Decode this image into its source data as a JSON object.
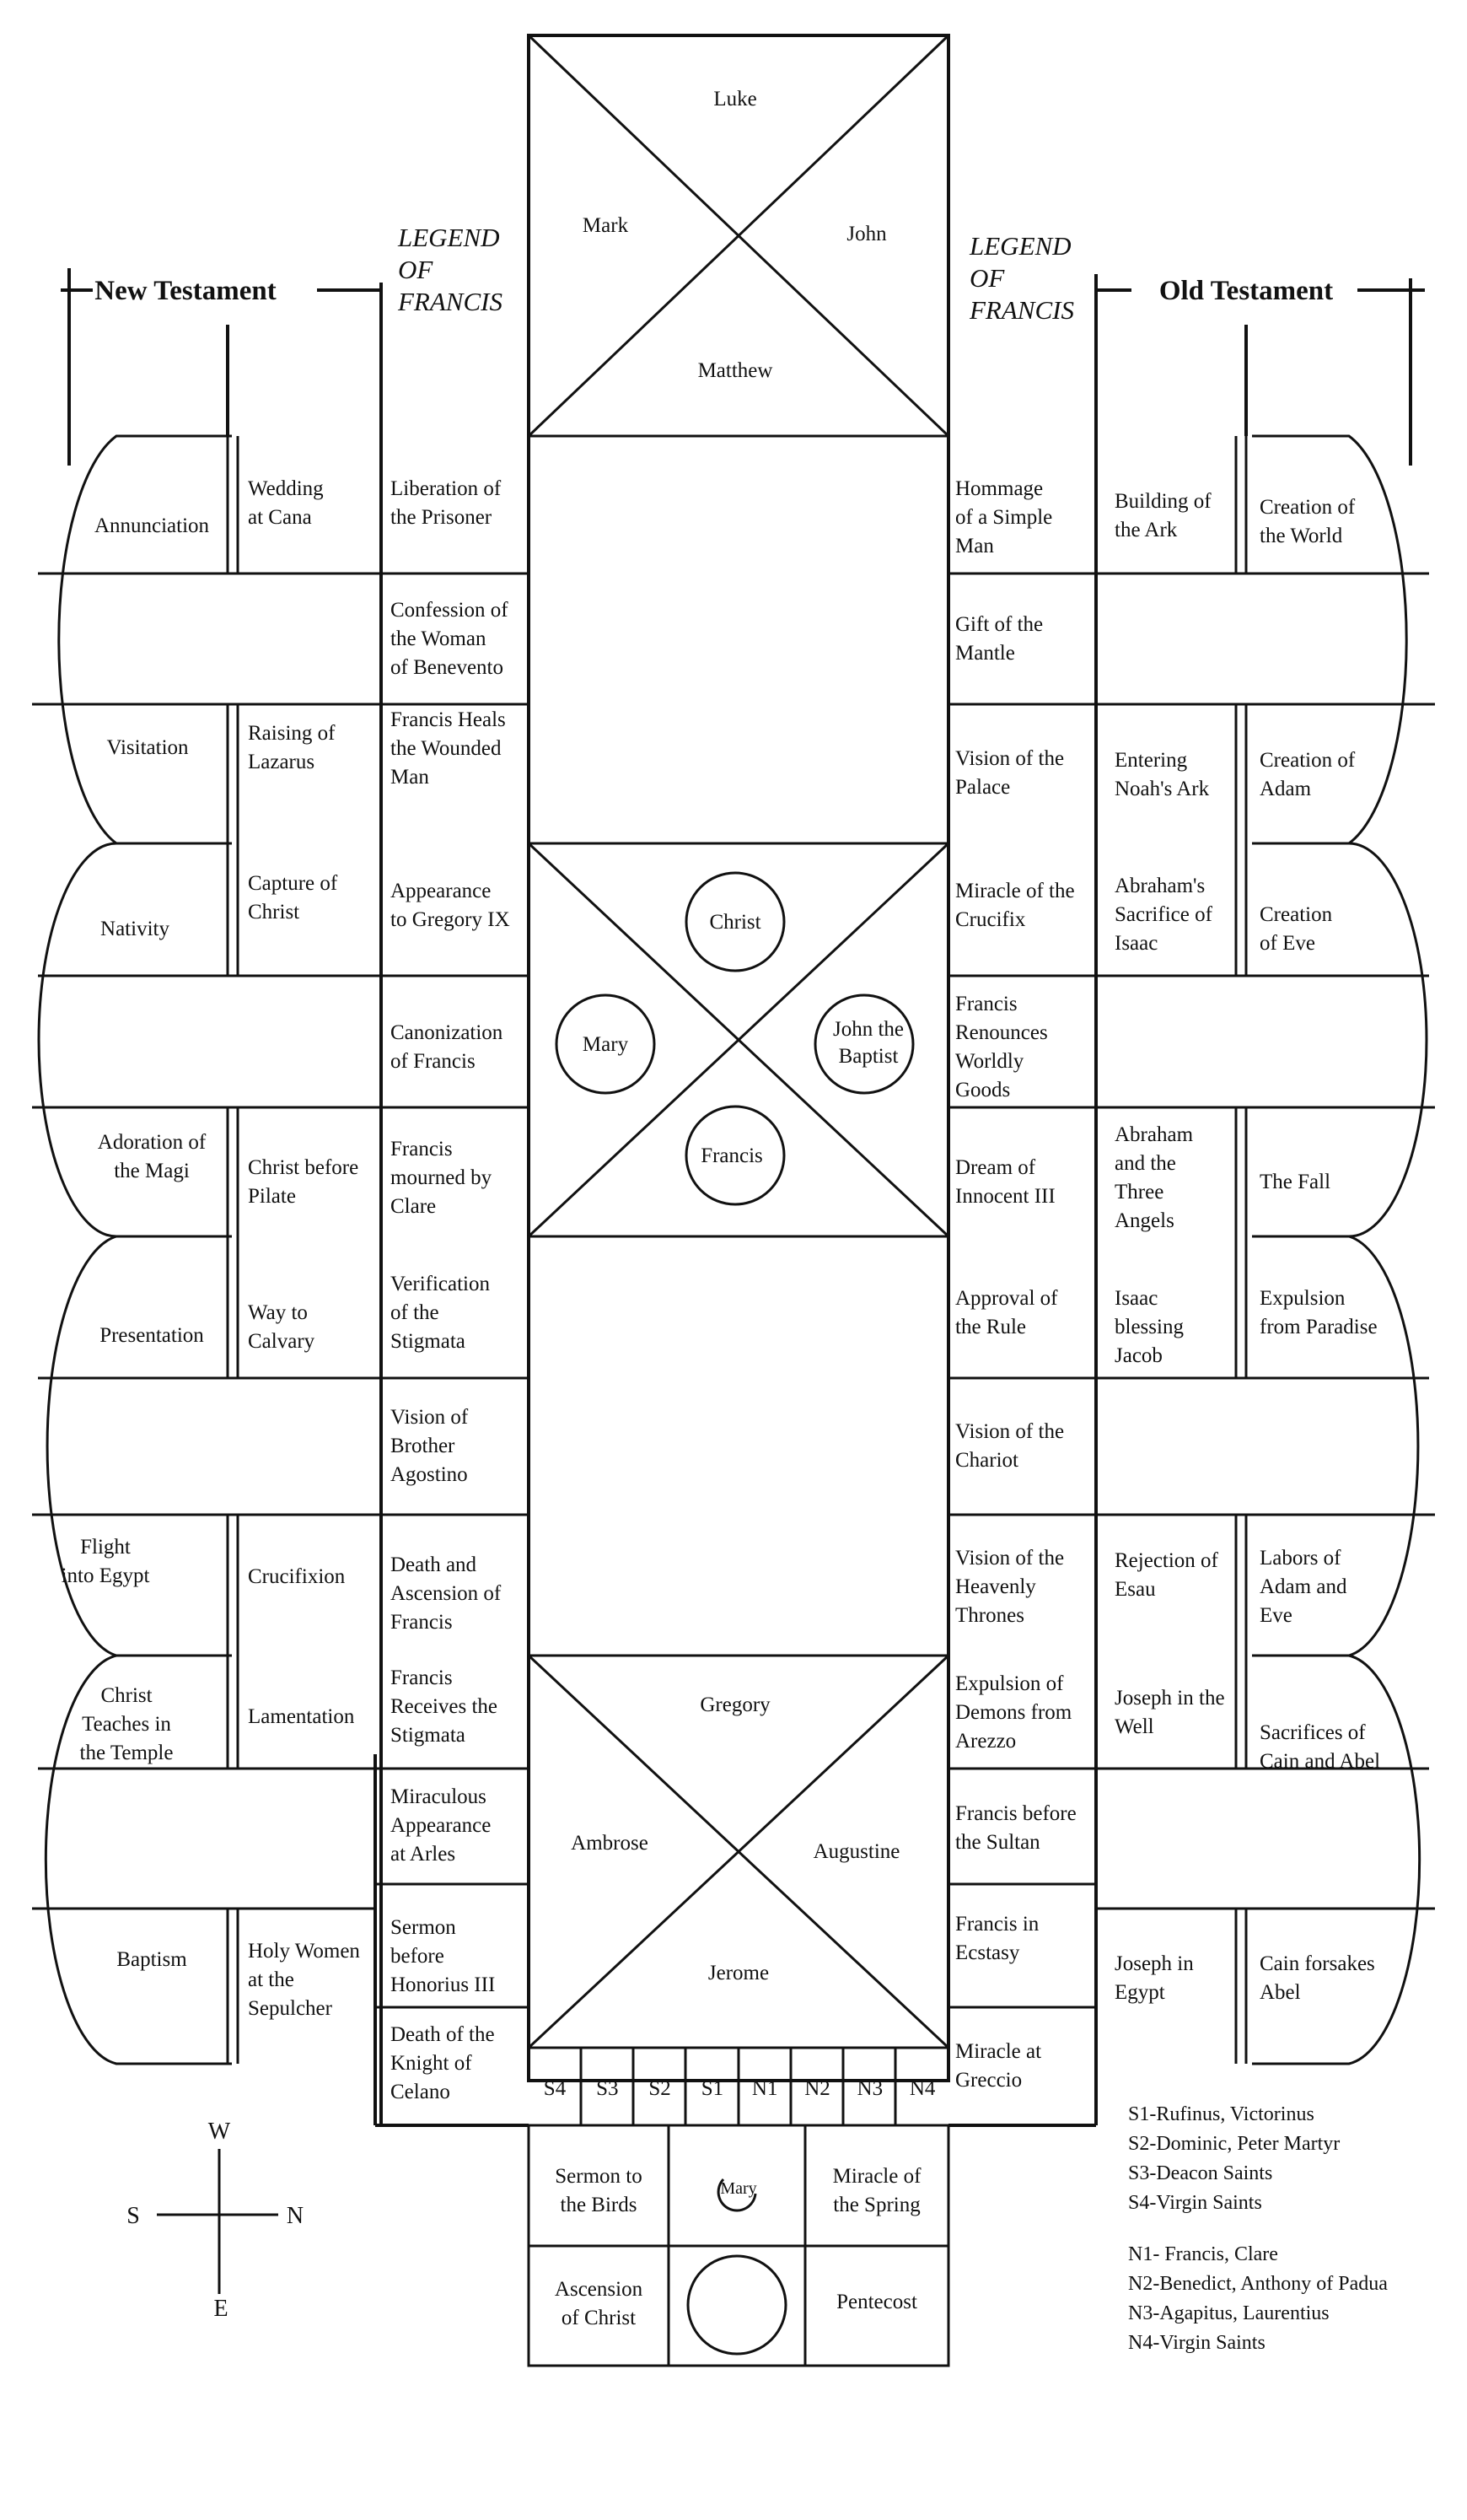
{
  "headers": {
    "new_testament": "New Testament",
    "old_testament": "Old Testament",
    "legend_left": [
      "LEGEND",
      "OF",
      "FRANCIS"
    ],
    "legend_right": [
      "LEGEND",
      "OF",
      "FRANCIS"
    ]
  },
  "vault_evangelists": {
    "top": "Luke",
    "left": "Mark",
    "right": "John",
    "bottom": "Matthew"
  },
  "vault_center": {
    "top": "Christ",
    "left": "Mary",
    "right": [
      "John the",
      "Baptist"
    ],
    "bottom": "Francis"
  },
  "vault_doctors": {
    "top": "Gregory",
    "left": "Ambrose",
    "right": "Augustine",
    "bottom": "Jerome"
  },
  "left_outer": [
    [
      "Annunciation"
    ],
    [
      "Visitation"
    ],
    [
      "Nativity"
    ],
    [
      "Adoration of",
      "the Magi"
    ],
    [
      "Presentation"
    ],
    [
      "Flight",
      "into Egypt"
    ],
    [
      "Christ",
      "Teaches in",
      "the Temple"
    ],
    [
      "Baptism"
    ]
  ],
  "left_mid": [
    [
      "Wedding",
      "at Cana"
    ],
    [
      "Raising of",
      "Lazarus"
    ],
    [
      "Capture of",
      "Christ"
    ],
    [
      "Christ before",
      "Pilate"
    ],
    [
      "Way to",
      "Calvary"
    ],
    [
      "Crucifixion"
    ],
    [
      "Lamentation"
    ],
    [
      "Holy Women",
      "at the",
      "Sepulcher"
    ]
  ],
  "left_legend": [
    [
      "Liberation of",
      "the Prisoner"
    ],
    [
      "Confession of",
      "the Woman",
      "of Benevento"
    ],
    [
      "Francis Heals",
      "the Wounded",
      "Man"
    ],
    [
      "Appearance",
      "to Gregory IX"
    ],
    [
      "Canonization",
      "of Francis"
    ],
    [
      "Francis",
      "mourned by",
      "Clare"
    ],
    [
      "Verification",
      "of the",
      "Stigmata"
    ],
    [
      "Vision of",
      "Brother",
      "Agostino"
    ],
    [
      "Death and",
      "Ascension of",
      "Francis"
    ],
    [
      "Francis",
      "Receives the",
      "Stigmata"
    ],
    [
      "Miraculous",
      "Appearance",
      "at Arles"
    ],
    [
      "Sermon",
      "before",
      "Honorius III"
    ],
    [
      "Death of the",
      "Knight of",
      "Celano"
    ]
  ],
  "right_legend": [
    [
      "Hommage",
      "of a Simple",
      "Man"
    ],
    [
      "Gift of the",
      "Mantle"
    ],
    [
      "Vision of the",
      "Palace"
    ],
    [
      "Miracle of the",
      "Crucifix"
    ],
    [
      "Francis",
      "Renounces",
      "Worldly",
      "Goods"
    ],
    [
      "Dream of",
      "Innocent III"
    ],
    [
      "Approval of",
      "the Rule"
    ],
    [
      "Vision of the",
      "Chariot"
    ],
    [
      "Vision of the",
      "Heavenly",
      "Thrones"
    ],
    [
      "Expulsion of",
      "Demons from",
      "Arezzo"
    ],
    [
      "Francis before",
      "the Sultan"
    ],
    [
      "Francis in",
      "Ecstasy"
    ],
    [
      "Miracle at",
      "Greccio"
    ]
  ],
  "right_mid": [
    [
      "Building of",
      "the Ark"
    ],
    [
      "Entering",
      "Noah's Ark"
    ],
    [
      "Abraham's",
      "Sacrifice of",
      "Isaac"
    ],
    [
      "Abraham",
      "and the",
      "Three",
      "Angels"
    ],
    [
      "Isaac",
      "blessing",
      "Jacob"
    ],
    [
      "Rejection of",
      "Esau"
    ],
    [
      "Joseph in the",
      "Well"
    ],
    [
      "Joseph in",
      "Egypt"
    ]
  ],
  "right_outer": [
    [
      "Creation of",
      "the World"
    ],
    [
      "Creation of",
      "Adam"
    ],
    [
      "Creation",
      "of Eve"
    ],
    [
      "The Fall"
    ],
    [
      "Expulsion",
      "from Paradise"
    ],
    [
      "Labors of",
      "Adam and",
      "Eve"
    ],
    [
      "Sacrifices of",
      "Cain and Abel"
    ],
    [
      "Cain forsakes",
      "Abel"
    ]
  ],
  "saints_row": [
    "S4",
    "S3",
    "S2",
    "S1",
    "N1",
    "N2",
    "N3",
    "N4"
  ],
  "apse": {
    "sermon": [
      "Sermon to",
      "the Birds"
    ],
    "mary": "Mary",
    "spring": [
      "Miracle of",
      "the Spring"
    ],
    "ascension": [
      "Ascension",
      "of Christ"
    ],
    "pentecost": "Pentecost"
  },
  "key_south": [
    "S1-Rufinus, Victorinus",
    "S2-Dominic, Peter Martyr",
    "S3-Deacon Saints",
    "S4-Virgin Saints"
  ],
  "key_north": [
    "N1- Francis, Clare",
    "N2-Benedict, Anthony of Padua",
    "N3-Agapitus, Laurentius",
    "N4-Virgin Saints"
  ],
  "compass": {
    "w": "W",
    "s": "S",
    "n": "N",
    "e": "E"
  }
}
